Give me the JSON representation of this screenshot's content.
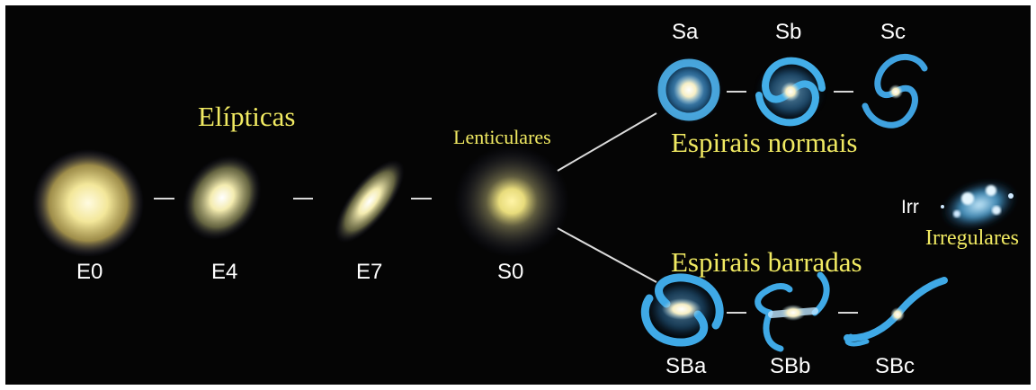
{
  "groups": {
    "elliptical": "Elípticas",
    "lenticular": "Lenticulares",
    "normal_spiral": "Espirais normais",
    "barred_spiral": "Espirais barradas",
    "irregular": "Irregulares"
  },
  "types": {
    "e0": "E0",
    "e4": "E4",
    "e7": "E7",
    "s0": "S0",
    "sa": "Sa",
    "sb": "Sb",
    "sc": "Sc",
    "sba": "SBa",
    "sbb": "SBb",
    "sbc": "SBc",
    "irr": "Irr"
  },
  "colors": {
    "background": "#050505",
    "group_label": "#f1ea62",
    "type_label": "#ffffff",
    "spiral_arm": "#3fa9e6",
    "elliptical_core": "#fff6c0"
  }
}
